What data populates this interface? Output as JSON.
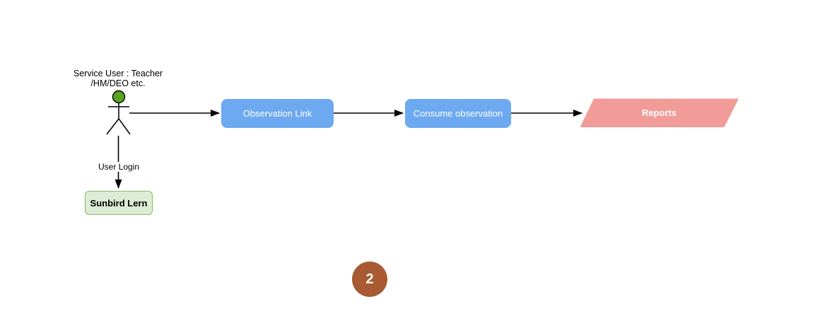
{
  "diagram_type": "flowchart",
  "canvas": {
    "background": "#ffffff"
  },
  "actor": {
    "label_line1": "Service User : Teacher",
    "label_line2": "/HM/DEO etc.",
    "head_color": "#5aa421"
  },
  "nodes": {
    "observation_link": {
      "label": "Observation Link",
      "shape": "rounded-rect",
      "fill": "#6ca9f0",
      "text_color": "#ffffff"
    },
    "consume_observation": {
      "label": "Consume observation",
      "shape": "rounded-rect",
      "fill": "#6ca9f0",
      "text_color": "#ffffff"
    },
    "reports": {
      "label": "Reports",
      "shape": "parallelogram",
      "fill": "#f19c99",
      "text_color": "#ffffff"
    },
    "sunbird_lern": {
      "label": "Sunbird Lern",
      "shape": "rounded-rect",
      "fill": "#ddecd5",
      "border_color": "#8ab86b",
      "text_color": "#000000"
    }
  },
  "edges": {
    "actor_to_observation_link": {
      "label": ""
    },
    "observation_link_to_consume": {
      "label": ""
    },
    "consume_to_reports": {
      "label": ""
    },
    "user_login": {
      "label": "User Login"
    }
  },
  "badge": {
    "value": "2",
    "fill": "#a85a32",
    "text_color": "#ffffff"
  }
}
